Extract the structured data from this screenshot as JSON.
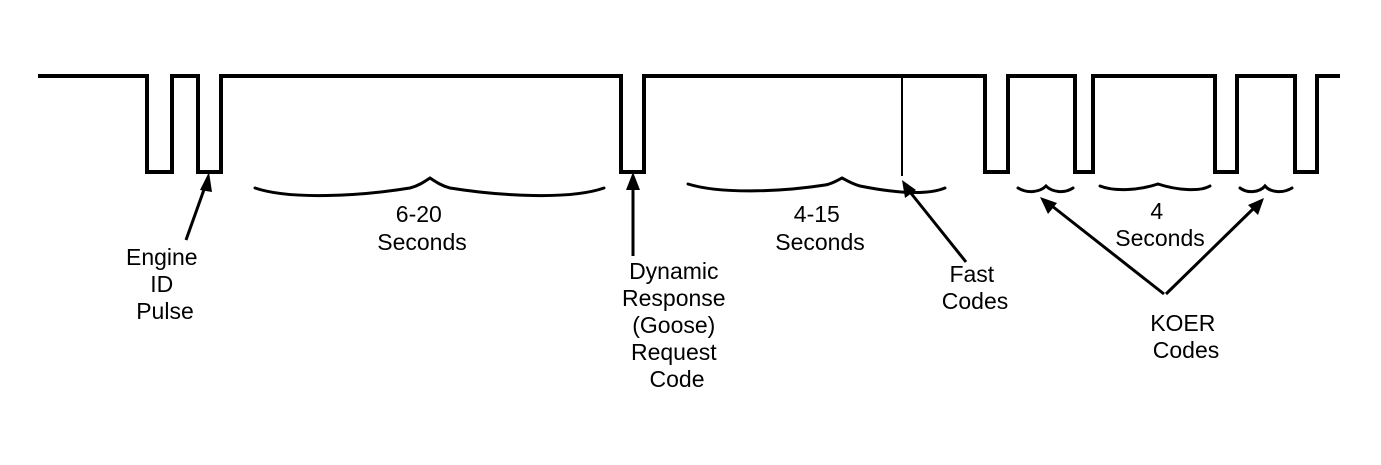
{
  "labels": {
    "engine_id_pulse": [
      "Engine",
      "ID",
      "Pulse"
    ],
    "interval_6_20": [
      "6-20",
      "Seconds"
    ],
    "goose_code": [
      "Dynamic",
      "Response",
      "(Goose)",
      "Request",
      "Code"
    ],
    "interval_4_15": [
      "4-15",
      "Seconds"
    ],
    "fast_codes": [
      "Fast",
      "Codes"
    ],
    "interval_4": [
      "4",
      "Seconds"
    ],
    "koer_codes": [
      "KOER",
      "Codes"
    ]
  }
}
